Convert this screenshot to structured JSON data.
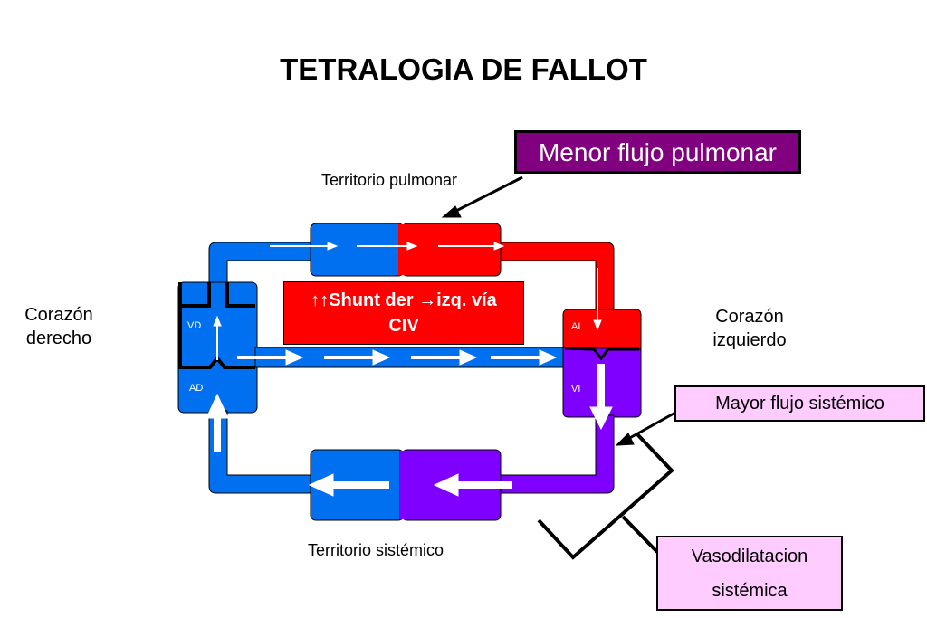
{
  "title": "TETRALOGIA DE FALLOT",
  "labels": {
    "territorio_pulmonar": "Territorio pulmonar",
    "territorio_sistemico": "Territorio sistémico",
    "corazon_derecho_1": "Corazón",
    "corazon_derecho_2": "derecho",
    "corazon_izquierdo_1": "Corazón",
    "corazon_izquierdo_2": "izquierdo"
  },
  "chambers": {
    "vd": "VD",
    "ad": "AD",
    "ai": "AI",
    "vi": "VI"
  },
  "callouts": {
    "menor_flujo": "Menor flujo pulmonar",
    "mayor_flujo": "Mayor flujo sistémico",
    "vasodilatacion_1": "Vasodilatacion",
    "vasodilatacion_2": "sistémica",
    "shunt_arrows": "↑↑",
    "shunt_1": "Shunt der ",
    "shunt_arrow": "→",
    "shunt_2": "izq. vía",
    "shunt_3": "CIV"
  },
  "colors": {
    "venous_blue": "#0070f0",
    "arterial_red": "#ff0000",
    "mixed_purple": "#7f00ff",
    "callout_purple": "#800080",
    "callout_pink": "#ffccff"
  }
}
